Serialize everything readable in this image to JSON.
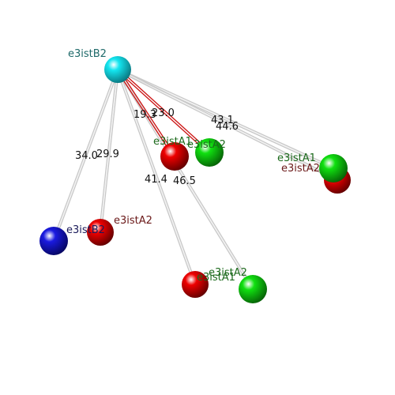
{
  "colors": {
    "background": "#ffffff",
    "bond_gray": "#c8c8c8",
    "bond_red": "#cc1111",
    "cyan_atom": "#13e6f0",
    "red_atom": "#e00000",
    "green_atom": "#10dd10",
    "blue_atom": "#1a1ad8",
    "label_teal": "#1f6a6a",
    "label_green": "#1c6a1c",
    "label_maroon": "#6a1818",
    "label_navy": "#1a1a5a"
  },
  "atoms": [
    {
      "id": "hub",
      "label": "e3istB2",
      "color": "cyan_atom",
      "label_color": "label_teal"
    },
    {
      "id": "blue",
      "label": "e3istB2",
      "color": "blue_atom",
      "label_color": "label_navy"
    },
    {
      "id": "red-left",
      "label": "e3istA2",
      "color": "red_atom",
      "label_color": "label_maroon"
    },
    {
      "id": "red-mid",
      "label": "e3istA1",
      "color": "red_atom",
      "label_color": "label_green"
    },
    {
      "id": "green-mid",
      "label": "e3istA2",
      "color": "green_atom",
      "label_color": "label_green"
    },
    {
      "id": "green-right",
      "label": "e3istA1",
      "color": "green_atom",
      "label_color": "label_green"
    },
    {
      "id": "red-right",
      "label": "e3istA2",
      "color": "red_atom",
      "label_color": "label_maroon"
    },
    {
      "id": "red-bottom",
      "label": "e3istA1",
      "color": "red_atom",
      "label_color": "label_green"
    },
    {
      "id": "green-bottom",
      "label": "e3istA2",
      "color": "green_atom",
      "label_color": "label_green"
    }
  ],
  "distances": [
    {
      "to": "blue",
      "value": "34.0",
      "color": "bond_gray"
    },
    {
      "to": "red-left",
      "value": "29.9",
      "color": "bond_gray"
    },
    {
      "to": "red-bottom",
      "value": "41.4",
      "color": "bond_gray"
    },
    {
      "to": "green-bottom",
      "value": "46.5",
      "color": "bond_gray"
    },
    {
      "to": "red-mid",
      "value": "19.3",
      "color": "bond_red"
    },
    {
      "to": "green-mid",
      "value": "23.0",
      "color": "bond_red"
    },
    {
      "to": "green-right",
      "value": "43.1",
      "color": "bond_gray"
    },
    {
      "to": "red-right",
      "value": "44.6",
      "color": "bond_gray"
    }
  ]
}
